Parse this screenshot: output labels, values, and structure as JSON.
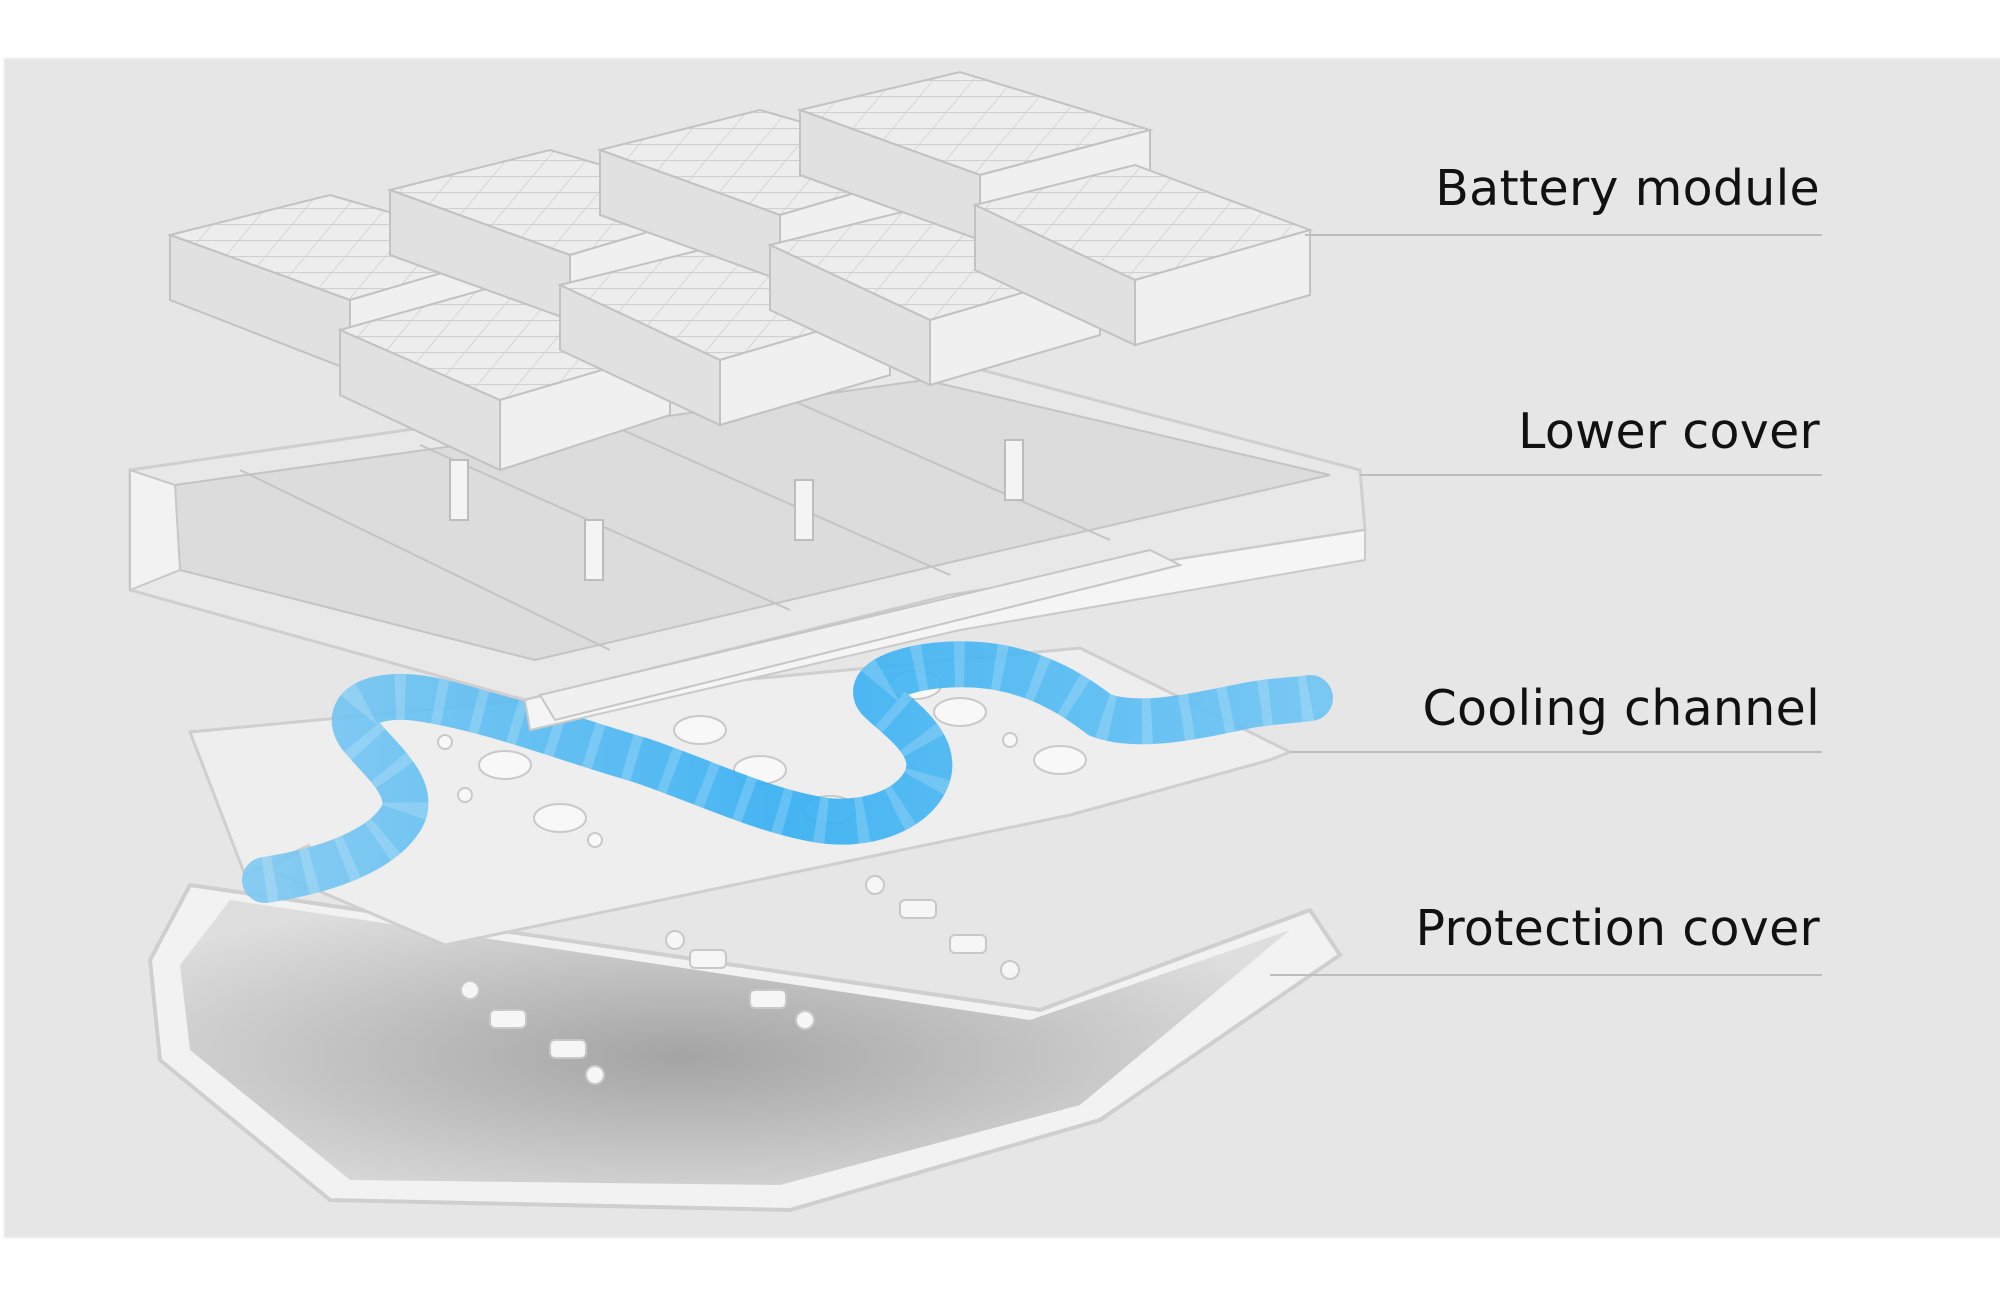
{
  "diagram": {
    "labels": [
      {
        "id": "battery-module",
        "text": "Battery module"
      },
      {
        "id": "lower-cover",
        "text": "Lower cover"
      },
      {
        "id": "cooling-channel",
        "text": "Cooling channel"
      },
      {
        "id": "protection-cover",
        "text": "Protection cover"
      }
    ]
  },
  "colors": {
    "background": "#e6e6e7",
    "coolant": "#3fb0f0",
    "structure": "#f4f4f4",
    "leader_line": "#bdbdbd"
  }
}
